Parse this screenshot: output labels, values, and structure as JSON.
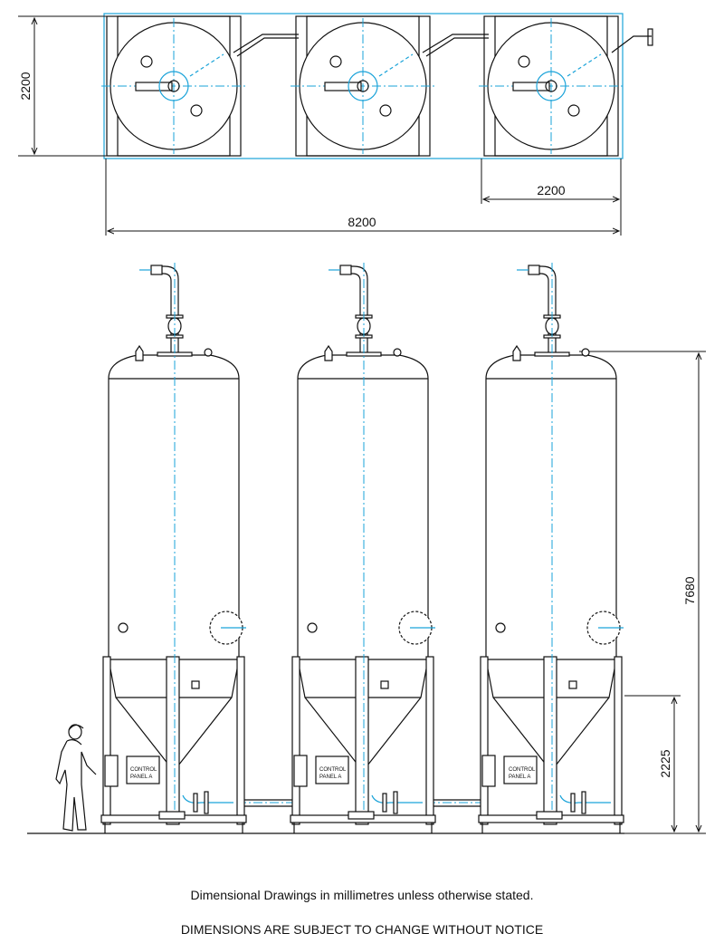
{
  "dimensions": {
    "plan_depth": "2200",
    "plan_unit_width": "2200",
    "plan_total_width": "8200",
    "elevation_height": "7680",
    "cone_height": "2225"
  },
  "control_panel": {
    "line1": "CONTROL",
    "line2": "PANEL A"
  },
  "notes": {
    "units": "Dimensional Drawings in millimetres unless otherwise stated.",
    "disclaimer": "DIMENSIONS ARE SUBJECT TO CHANGE WITHOUT NOTICE"
  },
  "colors": {
    "line": "#111111",
    "centerline": "#1aa3d9"
  }
}
